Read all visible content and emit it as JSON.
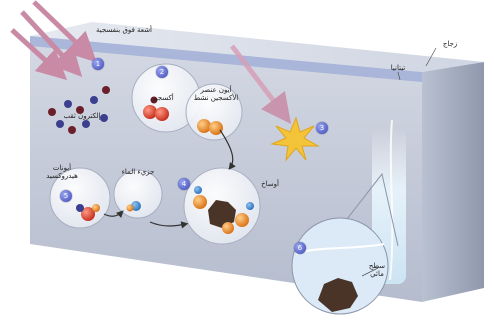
{
  "labels": {
    "uv_radiation": "أشعة فوق بنفسجية",
    "glass": "زجاج",
    "titania": "تيتانيا",
    "oxygen": "أكسجين",
    "oxygen_ion": "أيون عنصر الأكسجين نشط",
    "electron_hole": "إلكترون ثقب",
    "hydroxyl_radical": "أيونات هيدروكسيد",
    "water": "جزيء الماء",
    "organic_dirt": "أوساخ",
    "hydrophilic_surface": "سطح مائي"
  },
  "step_numbers": [
    "1",
    "2",
    "3",
    "4",
    "5",
    "6"
  ],
  "colors": {
    "glass_front": "#c6ccd9",
    "glass_top": "#dfe3ec",
    "glass_side": "#a9b1c2",
    "titania_strip": "#8ba0d4",
    "uv_arrow": "#c98aa5",
    "oxygen_atom": "#e0402c",
    "hydrogen_atom": "#ee8a2a",
    "hole": "#3b3f8e",
    "electron": "#6b1f2a",
    "spark": "#f3c33a",
    "dirt": "#4a3428",
    "step_marker": "#4150c4",
    "water_stream": "#dff1fb"
  }
}
